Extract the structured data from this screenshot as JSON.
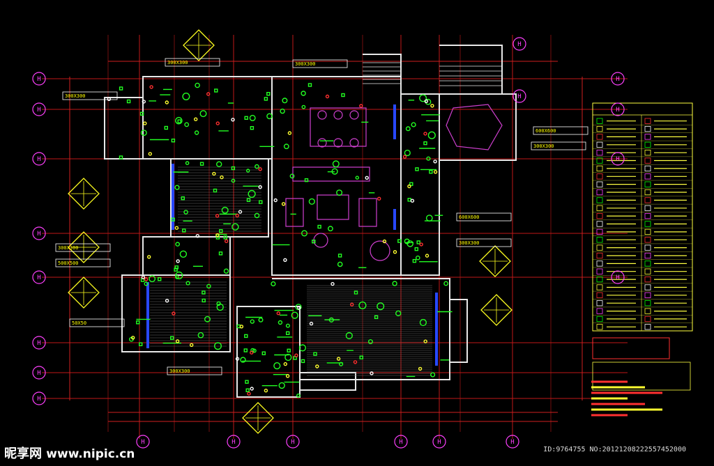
{
  "drawing": {
    "colors": {
      "background": "#000000",
      "axis": "#ff2020",
      "walls": "#ffffff",
      "fixtures": "#00ff00",
      "annotations": "#ffff00",
      "furniture": "#ff40ff",
      "dimensions": "#ffffff",
      "windows": "#2040ff"
    },
    "axis_labels": [
      "H",
      "H",
      "H",
      "H",
      "H",
      "H",
      "H",
      "H",
      "H",
      "H",
      "H",
      "H",
      "H",
      "H",
      "H",
      "H",
      "H",
      "H",
      "H",
      "H",
      "H"
    ],
    "callouts": [
      "300X300",
      "300X300",
      "300X300",
      "600X600",
      "300X300",
      "300X300",
      "500X500",
      "300X300",
      "600X600",
      "50X50",
      "300X300"
    ],
    "legend": {
      "rows": 27
    }
  },
  "footer": {
    "watermark_brand": "昵享网",
    "watermark_site": "www.nipic.cn",
    "image_id": "ID:9764755 NO:20121208222557452000"
  }
}
